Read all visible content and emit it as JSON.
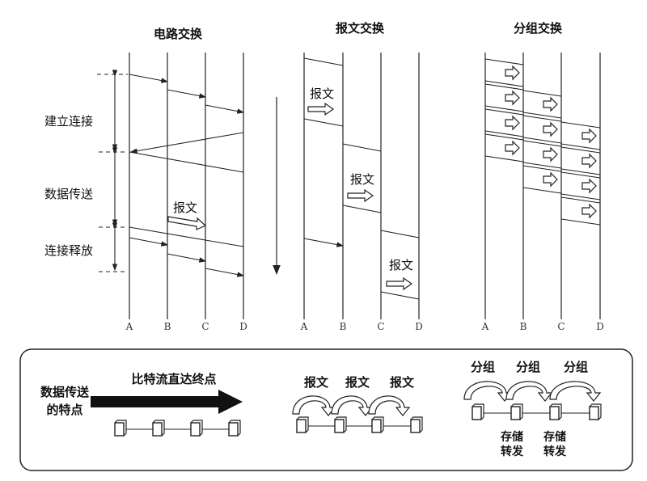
{
  "circuit": {
    "title": "电路交换",
    "phases": [
      "建立连接",
      "数据传送",
      "连接释放"
    ],
    "message_label": "报文"
  },
  "message": {
    "title": "报文交换",
    "message_label": "报文"
  },
  "packet": {
    "title": "分组交换"
  },
  "nodes": [
    "A",
    "B",
    "C",
    "D"
  ],
  "summary": {
    "row_label_line1": "数据传送",
    "row_label_line2": "的特点",
    "circuit_text": "比特流直达终点",
    "message_labels": [
      "报文",
      "报文",
      "报文"
    ],
    "packet_labels": [
      "分组",
      "分组",
      "分组"
    ],
    "store_forward": [
      {
        "line1": "存储",
        "line2": "转发"
      },
      {
        "line1": "存储",
        "line2": "转发"
      }
    ]
  }
}
